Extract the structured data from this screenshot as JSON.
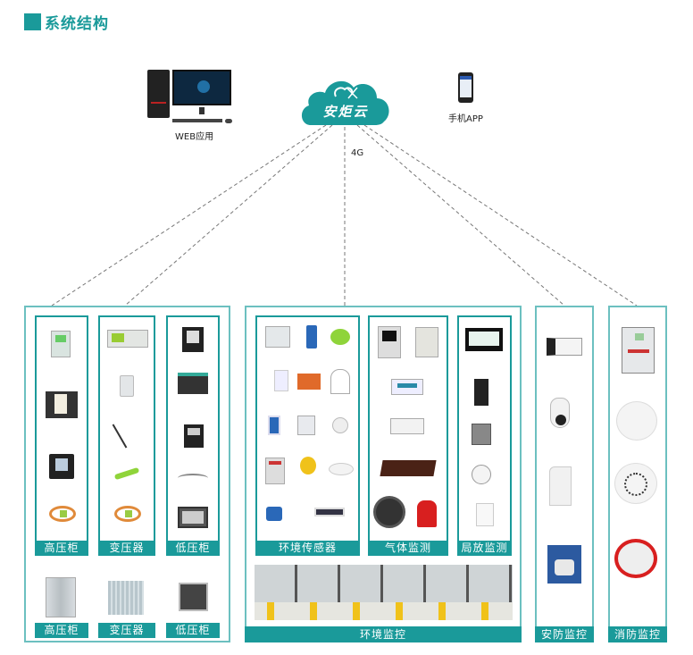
{
  "header": {
    "title": "系统结构"
  },
  "top": {
    "web_label": "WEB应用",
    "app_label": "手机APP",
    "cloud_label": "安炬云",
    "network_label": "4G"
  },
  "groups": {
    "power": {
      "columns": [
        {
          "label": "高压柜",
          "devices": [
            "protection-relay",
            "switch-controller",
            "power-meter",
            "temperature-sensor-ring"
          ]
        },
        {
          "label": "变压器",
          "devices": [
            "temperature-controller",
            "wireless-module",
            "probe-cable",
            "green-strap-sensor",
            "temperature-sensor-ring"
          ]
        },
        {
          "label": "低压柜",
          "devices": [
            "multifunction-meter",
            "battery-monitor",
            "panel-meter",
            "cable-sensor",
            "touch-panel"
          ]
        }
      ],
      "photos": [
        {
          "label": "高压柜",
          "device": "hv-cabinet-photo"
        },
        {
          "label": "变压器",
          "device": "transformer-photo"
        },
        {
          "label": "低压柜",
          "device": "lv-cabinet-photo"
        }
      ]
    },
    "environment": {
      "columns": [
        {
          "label": "环境传感器"
        },
        {
          "label": "气体监测"
        },
        {
          "label": "局放监测"
        }
      ],
      "footer_label": "环境监控"
    },
    "security": {
      "label": "安防监控"
    },
    "fire": {
      "label": "消防监控"
    }
  },
  "colors": {
    "accent": "#1a9a9a",
    "border_light": "#6cc0c0",
    "line": "#777777"
  }
}
